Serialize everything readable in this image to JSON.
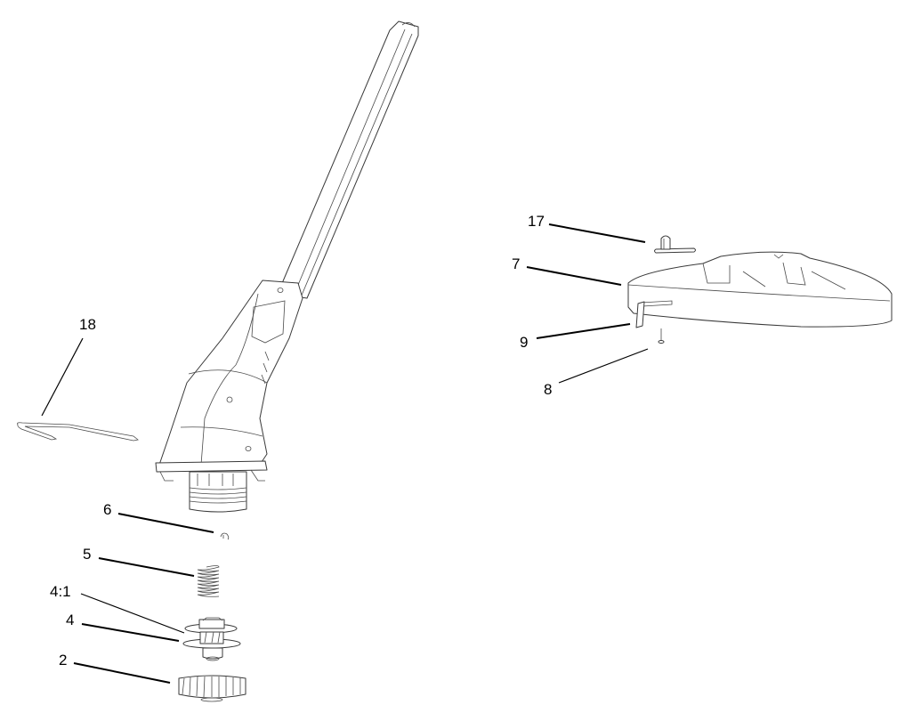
{
  "diagram": {
    "type": "exploded-parts-diagram",
    "line_color": "#3a3a3a",
    "background": "#ffffff",
    "parts": [
      {
        "id": "18",
        "label": "18",
        "description": "wire / line guide"
      },
      {
        "id": "6",
        "label": "6",
        "description": "clip"
      },
      {
        "id": "5",
        "label": "5",
        "description": "spring"
      },
      {
        "id": "4:1",
        "label": "4:1",
        "description": "spool insert"
      },
      {
        "id": "4",
        "label": "4",
        "description": "spool"
      },
      {
        "id": "2",
        "label": "2",
        "description": "bump knob"
      },
      {
        "id": "17",
        "label": "17",
        "description": "bracket"
      },
      {
        "id": "7",
        "label": "7",
        "description": "guard"
      },
      {
        "id": "9",
        "label": "9",
        "description": "line cutter blade"
      },
      {
        "id": "8",
        "label": "8",
        "description": "screw"
      },
      {
        "id": "shaft",
        "label": "",
        "description": "shaft and motor housing"
      }
    ]
  }
}
